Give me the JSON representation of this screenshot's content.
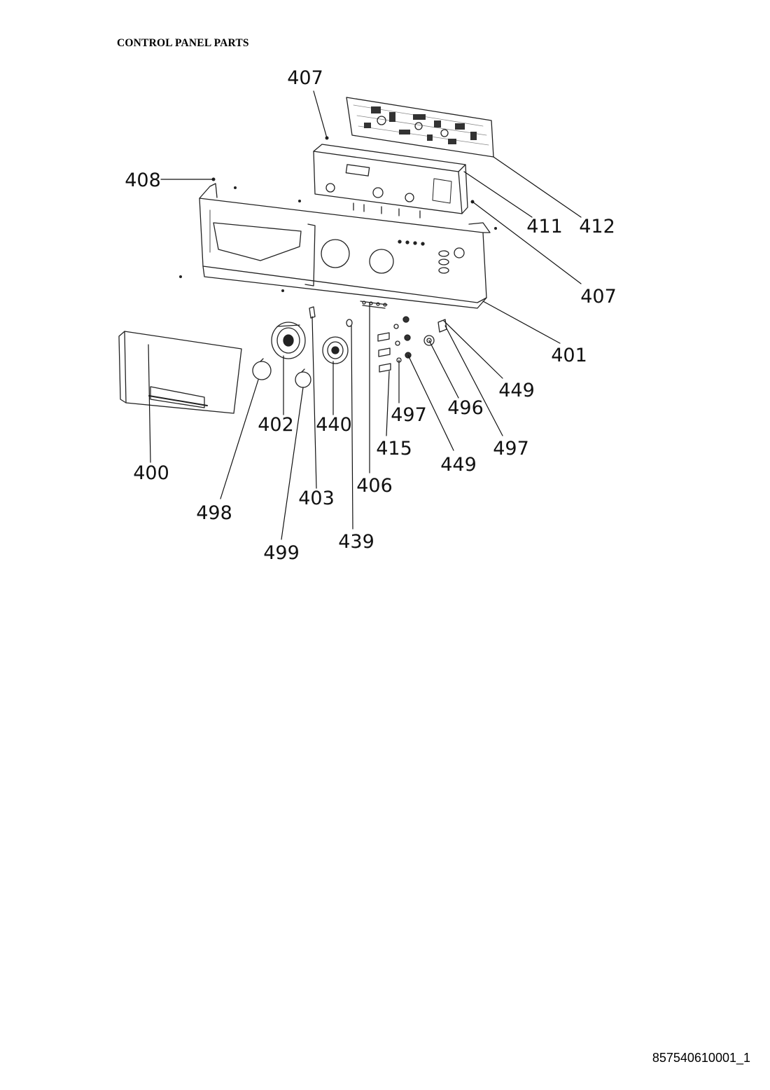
{
  "page": {
    "title": "CONTROL PANEL PARTS",
    "document_code": "857540610001_1"
  },
  "callouts": [
    {
      "id": "c407a",
      "label": "407"
    },
    {
      "id": "c408",
      "label": "408"
    },
    {
      "id": "c411",
      "label": "411"
    },
    {
      "id": "c412",
      "label": "412"
    },
    {
      "id": "c407b",
      "label": "407"
    },
    {
      "id": "c401",
      "label": "401"
    },
    {
      "id": "c449a",
      "label": "449"
    },
    {
      "id": "c496",
      "label": "496"
    },
    {
      "id": "c497a",
      "label": "497"
    },
    {
      "id": "c497b",
      "label": "497"
    },
    {
      "id": "c449b",
      "label": "449"
    },
    {
      "id": "c415",
      "label": "415"
    },
    {
      "id": "c402",
      "label": "402"
    },
    {
      "id": "c440",
      "label": "440"
    },
    {
      "id": "c406",
      "label": "406"
    },
    {
      "id": "c400",
      "label": "400"
    },
    {
      "id": "c403",
      "label": "403"
    },
    {
      "id": "c498",
      "label": "498"
    },
    {
      "id": "c439",
      "label": "439"
    },
    {
      "id": "c499",
      "label": "499"
    }
  ]
}
